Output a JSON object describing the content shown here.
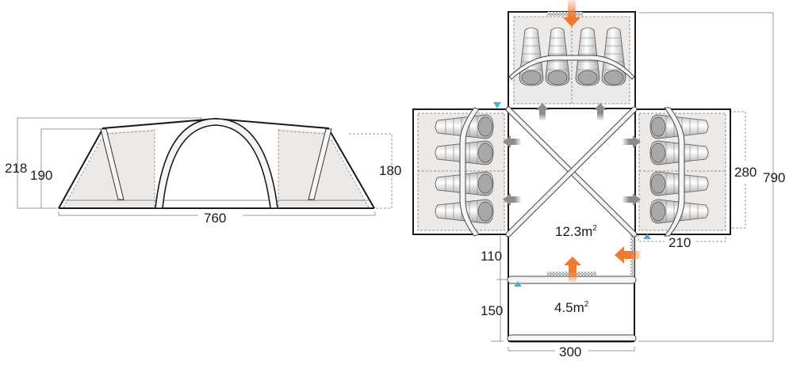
{
  "diagram": {
    "type": "tent floor plan and side elevation",
    "colors": {
      "outline": "#1a1a1a",
      "inner_fill": "#ece9e7",
      "pole_fill": "#f6f5f4",
      "dimension_line": "#9a9a9a",
      "door_arrow": "#f07a30",
      "vent_arrow": "#8c8c8c",
      "peg_marker": "#3fb8c8"
    },
    "side_view": {
      "dimensions": {
        "total_height": "218",
        "bedroom_height": "190",
        "side_bedroom_height": "180",
        "length": "760"
      }
    },
    "floor_plan": {
      "dimensions": {
        "bedroom_depth": "280",
        "total_length": "790",
        "bedroom_width": "210",
        "living_depth": "110",
        "porch_depth": "150",
        "width": "300"
      },
      "areas": {
        "living_area_value": "12.3m",
        "living_area_exp": "2",
        "porch_area_value": "4.5m",
        "porch_area_exp": "2"
      },
      "bedrooms": [
        {
          "name": "top-bedroom",
          "sleeping_bags": 4
        },
        {
          "name": "left-bedroom",
          "sleeping_bags": 4
        },
        {
          "name": "right-bedroom",
          "sleeping_bags": 4
        }
      ]
    }
  }
}
